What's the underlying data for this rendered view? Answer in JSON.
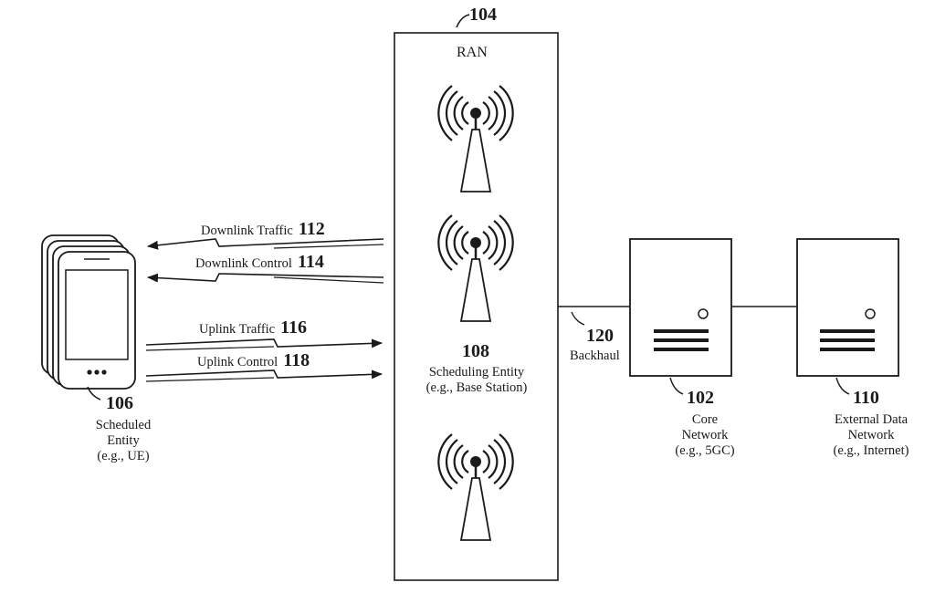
{
  "ran": {
    "ref": "104",
    "label": "RAN"
  },
  "scheduling_entity": {
    "ref": "108",
    "lines": [
      "Scheduling Entity",
      "(e.g., Base Station)"
    ]
  },
  "scheduled_entity": {
    "ref": "106",
    "lines": [
      "Scheduled",
      "Entity",
      "(e.g., UE)"
    ]
  },
  "backhaul": {
    "ref": "120",
    "label": "Backhaul"
  },
  "core_network": {
    "ref": "102",
    "lines": [
      "Core",
      "Network",
      "(e.g., 5GC)"
    ]
  },
  "external_network": {
    "ref": "110",
    "lines": [
      "External Data",
      "Network",
      "(e.g., Internet)"
    ]
  },
  "links": [
    {
      "label": "Downlink Traffic",
      "ref": "112",
      "direction": "to-ue"
    },
    {
      "label": "Downlink Control",
      "ref": "114",
      "direction": "to-ue"
    },
    {
      "label": "Uplink Traffic",
      "ref": "116",
      "direction": "to-ran"
    },
    {
      "label": "Uplink Control",
      "ref": "118",
      "direction": "to-ran"
    }
  ]
}
